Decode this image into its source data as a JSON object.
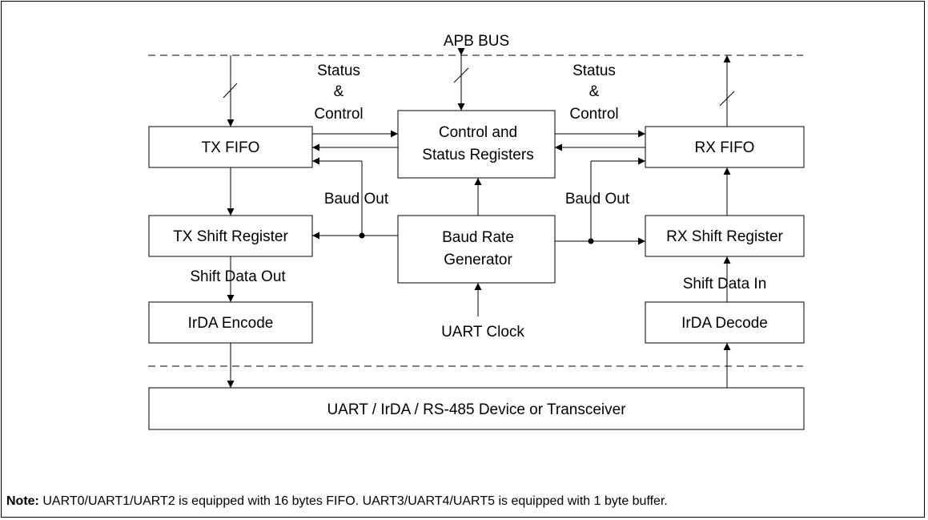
{
  "diagram": {
    "bus_label": "APB BUS",
    "status_control_left": [
      "Status",
      "&",
      "Control"
    ],
    "status_control_right": [
      "Status",
      "&",
      "Control"
    ],
    "blocks": {
      "tx_fifo": "TX FIFO",
      "control_status": [
        "Control and",
        "Status Registers"
      ],
      "rx_fifo": "RX FIFO",
      "tx_shift": "TX Shift Register",
      "baud_gen": [
        "Baud Rate",
        "Generator"
      ],
      "rx_shift": "RX Shift Register",
      "irda_encode": "IrDA Encode",
      "irda_decode": "IrDA Decode",
      "device": "UART / IrDA / RS-485 Device or Transceiver"
    },
    "labels": {
      "baud_out_left": "Baud Out",
      "baud_out_right": "Baud Out",
      "shift_data_out": "Shift Data Out",
      "shift_data_in": "Shift Data In",
      "uart_clock": "UART Clock"
    }
  },
  "note": {
    "prefix": "Note:",
    "text": " UART0/UART1/UART2 is equipped with 16 bytes FIFO. UART3/UART4/UART5 is equipped with 1 byte buffer."
  }
}
